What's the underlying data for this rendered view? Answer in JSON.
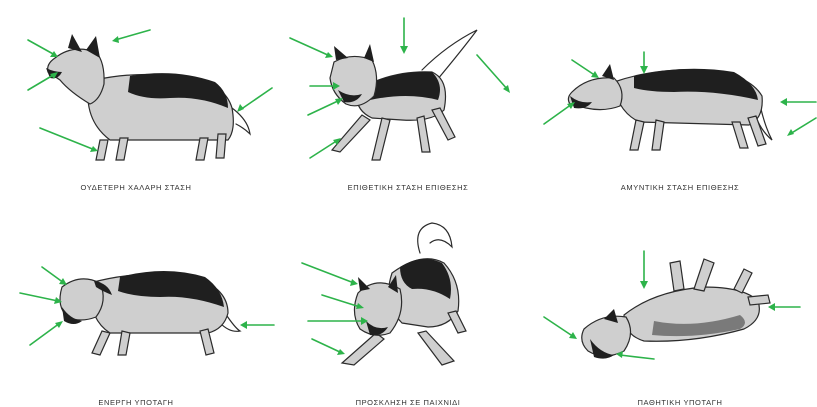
{
  "colors": {
    "arrow": "#2db34a",
    "fur_dark": "#1f1f1f",
    "fur_light": "#cfcfcf",
    "caption": "#333333",
    "background": "#ffffff"
  },
  "postures": [
    {
      "id": "neutral",
      "caption": "ΟΥΔΕΤΕΡΗ ΧΑΛΑΡΗ ΣΤΑΣΗ"
    },
    {
      "id": "offensive",
      "caption": "ΕΠΙΘΕΤΙΚΗ ΣΤΑΣΗ ΕΠΙΘΕΣΗΣ"
    },
    {
      "id": "defensive",
      "caption": "ΑΜΥΝΤΙΚΗ ΣΤΑΣΗ ΕΠΙΘΕΣΗΣ"
    },
    {
      "id": "active-submission",
      "caption": "ΕΝΕΡΓΗ ΥΠΟΤΑΓΗ"
    },
    {
      "id": "play-invitation",
      "caption": "ΠΡΟΣΚΛΗΣΗ ΣΕ ΠΑΙΧΝΙΔΙ"
    },
    {
      "id": "passive-submission",
      "caption": "ΠΑΘΗΤΙΚΗ ΥΠΟΤΑΓΗ"
    }
  ]
}
